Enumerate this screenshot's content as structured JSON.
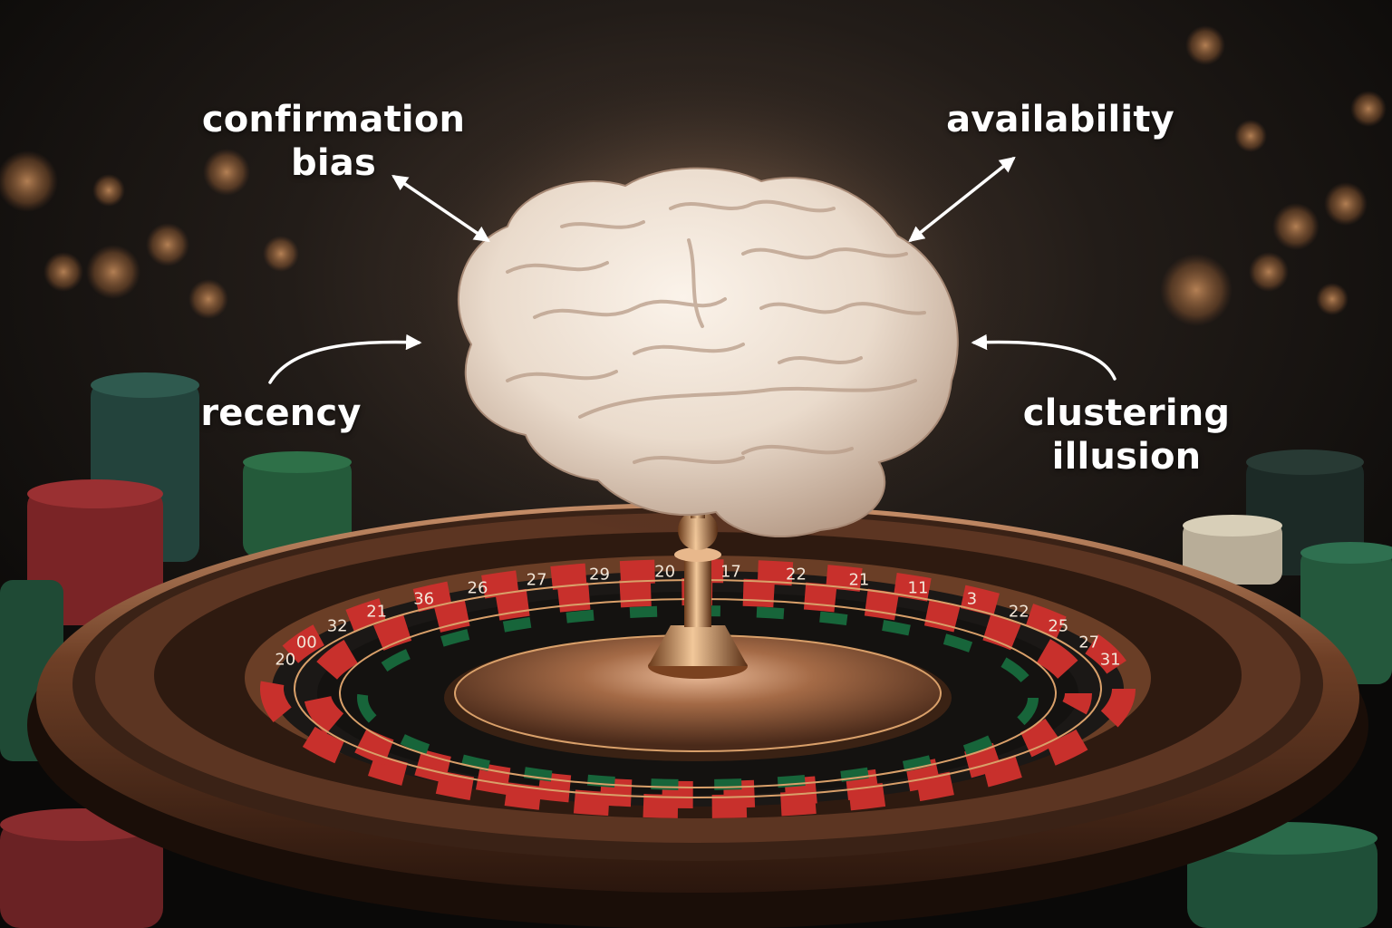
{
  "labels": {
    "confirmation_line1": "confirmation",
    "confirmation_line2": "bias",
    "availability": "availability",
    "recency": "recency",
    "clustering_line1": "clustering",
    "clustering_line2": "illusion"
  },
  "wheel_numbers": [
    "20",
    "00",
    "32",
    "21",
    "36",
    "26",
    "27",
    "29",
    "20",
    "17",
    "22",
    "21",
    "11",
    "3",
    "22",
    "25",
    "27",
    "31"
  ],
  "icons": {
    "center": "brain-icon",
    "object": "roulette-wheel"
  },
  "colors": {
    "background": "#0c0b0a",
    "bokeh": "#d98a4a",
    "wheel_red": "#c8302c",
    "wheel_black": "#1b1816",
    "wheel_green": "#17653a",
    "bronze": "#8a5232",
    "brain": "#efe2d6",
    "label_text": "#ffffff"
  }
}
